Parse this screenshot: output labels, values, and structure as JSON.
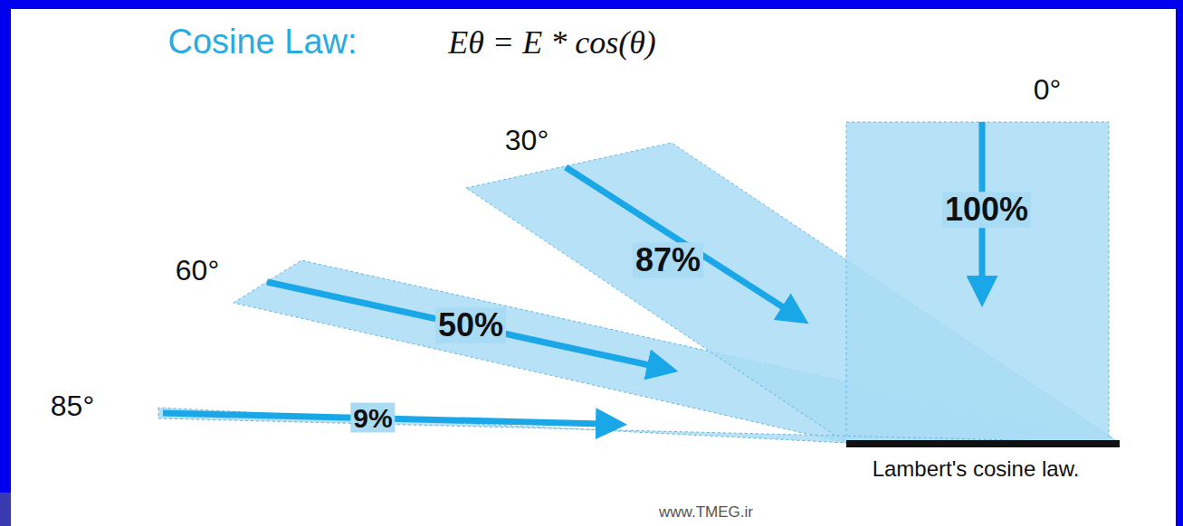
{
  "diagram": {
    "title": "Cosine Law:",
    "caption": "Lambert's cosine law.",
    "labels": [
      "Eθ = E * cos(θ)",
      "0°",
      "100%",
      "30°",
      "87%",
      "60°",
      "50%",
      "85°",
      "9%",
      "www.TMEG.ir"
    ]
  }
}
